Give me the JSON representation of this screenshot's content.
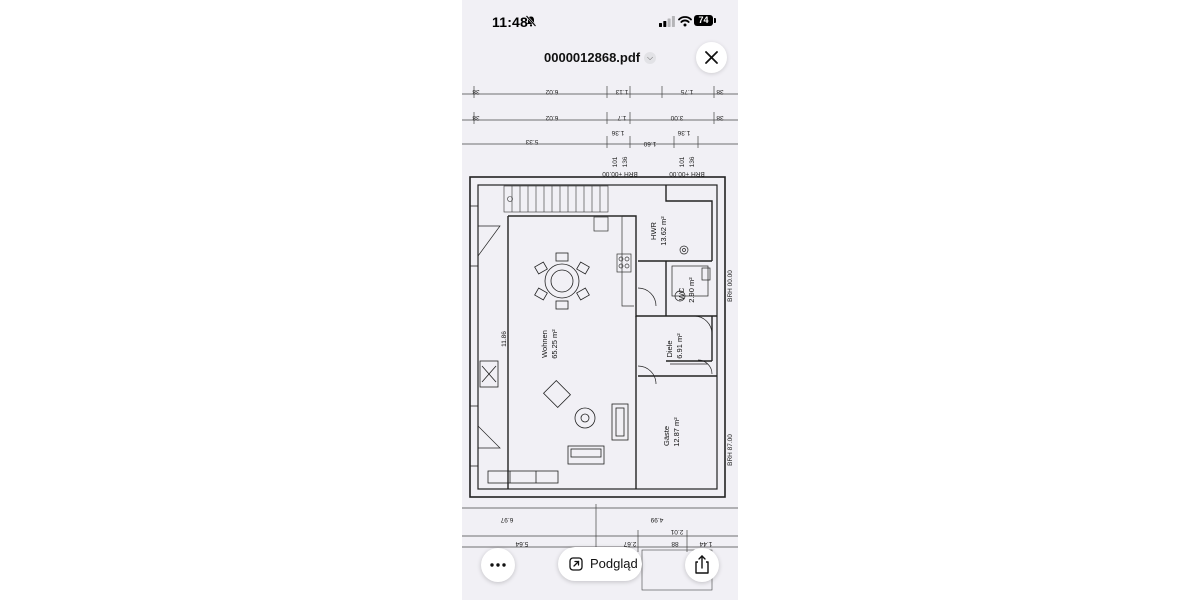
{
  "status_bar": {
    "time": "11:48",
    "battery": "74"
  },
  "document": {
    "title": "0000012868.pdf"
  },
  "floor_plan": {
    "top_dims_row1": [
      "38",
      "6.02",
      "1.13",
      "1.75",
      "38"
    ],
    "top_dims_row2": [
      "38",
      "6.02",
      "1.7",
      "3.00",
      "38"
    ],
    "top_dims_row3": [
      "5.33",
      "1.36",
      "1.60",
      "1.36"
    ],
    "window_heights": [
      "101",
      "136",
      "101",
      "136"
    ],
    "brh_labels": [
      "BRH +00.00",
      "BRH +00.00",
      "BRH 00.00",
      "BRH 87.00"
    ],
    "rooms": {
      "hwr": [
        "HWR",
        "13.62 m²"
      ],
      "wc": [
        "WC",
        "2.90 m²"
      ],
      "wohnen": [
        "Wohnen",
        "65.25 m²"
      ],
      "diele": [
        "Diele",
        "6.91 m²"
      ],
      "gaste": [
        "Gäste",
        "12.87 m²"
      ]
    },
    "side_dim": "11.86",
    "bottom_dims": [
      "6.97",
      "4.99",
      "2.01",
      "5.64",
      "2.67",
      "88",
      "1.44"
    ]
  },
  "toolbar": {
    "more_icon": "ellipsis-icon",
    "preview_label": "Podgląd",
    "preview_icon": "open-external-icon",
    "share_icon": "share-icon"
  }
}
